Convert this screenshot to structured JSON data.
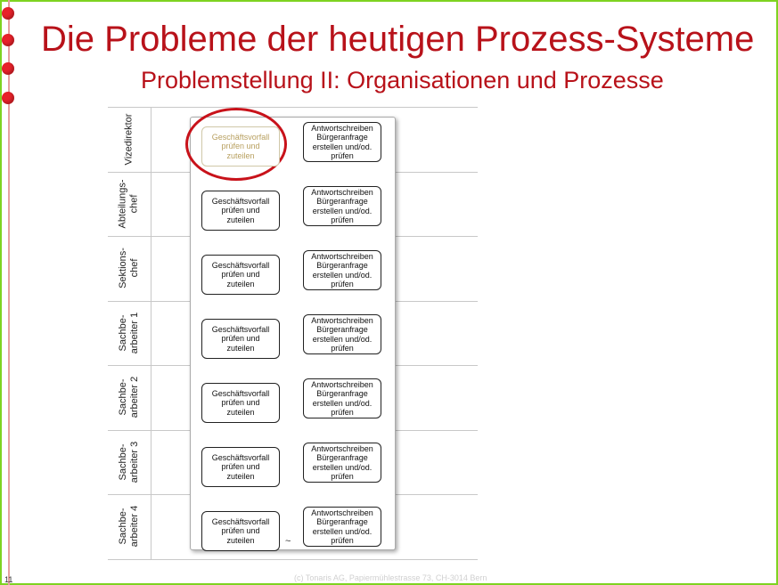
{
  "title": "Die Probleme der heutigen Prozess-Systeme",
  "subtitle": "Problemstellung II: Organisationen und Prozesse",
  "lanes": [
    {
      "label": "Vizedirektor",
      "box1": "Geschäftsvorfall\nprüfen und\nzuteilen",
      "box2": "Antwortschreiben\nBürgeranfrage\nerstellen und/od.\nprüfen"
    },
    {
      "label": "Abteilungs-\nchef",
      "box1": "Geschäftsvorfall\nprüfen und\nzuteilen",
      "box2": "Antwortschreiben\nBürgeranfrage\nerstellen und/od.\nprüfen"
    },
    {
      "label": "Sektions-\nchef",
      "box1": "Geschäftsvorfall\nprüfen und\nzuteilen",
      "box2": "Antwortschreiben\nBürgeranfrage\nerstellen und/od.\nprüfen"
    },
    {
      "label": "Sachbe-\narbeiter 1",
      "box1": "Geschäftsvorfall\nprüfen und\nzuteilen",
      "box2": "Antwortschreiben\nBürgeranfrage\nerstellen und/od.\nprüfen"
    },
    {
      "label": "Sachbe-\narbeiter 2",
      "box1": "Geschäftsvorfall\nprüfen und\nzuteilen",
      "box2": "Antwortschreiben\nBürgeranfrage\nerstellen und/od.\nprüfen"
    },
    {
      "label": "Sachbe-\narbeiter 3",
      "box1": "Geschäftsvorfall\nprüfen und\nzuteilen",
      "box2": "Antwortschreiben\nBürgeranfrage\nerstellen und/od.\nprüfen"
    },
    {
      "label": "Sachbe-\narbeiter 4",
      "box1": "Geschäftsvorfall\nprüfen und\nzuteilen",
      "box2": "Antwortschreiben\nBürgeranfrage\nerstellen und/od.\nprüfen"
    }
  ],
  "tilde": "~",
  "footer": "(c) Tonaris AG, Papiermühlestrasse 73, CH-3014 Bern",
  "page_number": "11",
  "colors": {
    "title": "#b8121a",
    "frame": "#7ed321",
    "dots": "#e8222a",
    "highlight": "#c8121a"
  }
}
